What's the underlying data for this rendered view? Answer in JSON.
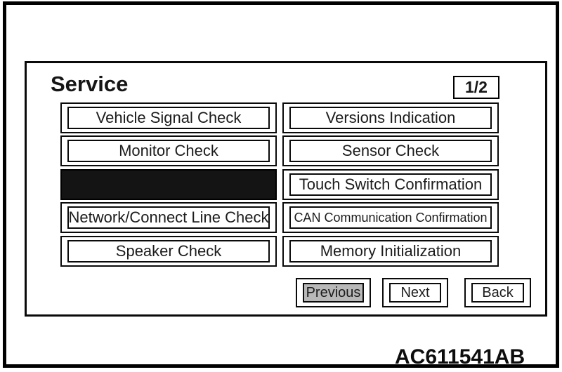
{
  "page": {
    "title": "Service",
    "page_indicator": "1/2",
    "figure_code": "AC611541AB"
  },
  "menu": {
    "left": [
      {
        "label": "Vehicle Signal Check",
        "state": "normal"
      },
      {
        "label": "Monitor Check",
        "state": "normal"
      },
      {
        "label": "",
        "state": "blacked-out"
      },
      {
        "label": "Network/Connect Line Check",
        "state": "normal"
      },
      {
        "label": "Speaker Check",
        "state": "normal"
      }
    ],
    "right": [
      {
        "label": "Versions Indication",
        "state": "normal"
      },
      {
        "label": "Sensor Check",
        "state": "normal"
      },
      {
        "label": "Touch Switch Confirmation",
        "state": "normal"
      },
      {
        "label": "CAN Communication Confirmation",
        "state": "normal"
      },
      {
        "label": "Memory Initialization",
        "state": "normal"
      }
    ]
  },
  "nav": {
    "previous_label": "Previous",
    "next_label": "Next",
    "back_label": "Back",
    "highlighted": "Previous"
  },
  "colors": {
    "border": "#000000",
    "text": "#1c1c1c",
    "highlighted_button_fill": "#b8b8b8",
    "blacked_out_button_fill": "#141414",
    "background": "#ffffff"
  }
}
